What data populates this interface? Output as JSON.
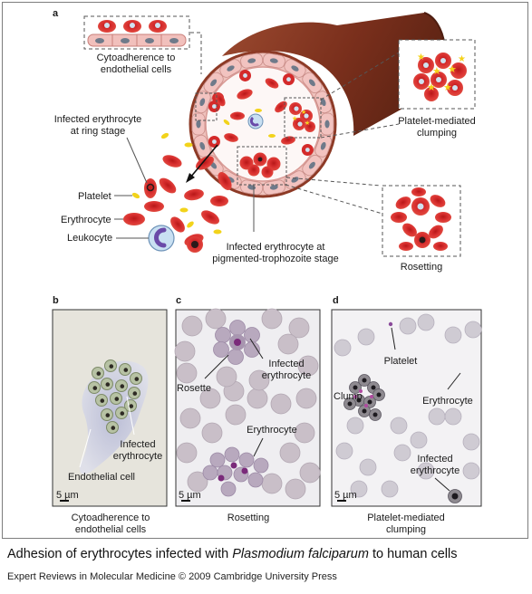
{
  "panel_letters": {
    "a": "a",
    "b": "b",
    "c": "c",
    "d": "d"
  },
  "panel_a": {
    "cytoadherence_label": [
      "Cytoadherence to",
      "endothelial cells"
    ],
    "ring_stage_label": [
      "Infected erythrocyte",
      "at ring stage"
    ],
    "platelet_label": "Platelet",
    "erythrocyte_label": "Erythrocyte",
    "leukocyte_label": "Leukocyte",
    "trophozoite_label": [
      "Infected erythrocyte at",
      "pigmented-trophozoite stage"
    ],
    "clumping_label": [
      "Platelet-mediated",
      "clumping"
    ],
    "rosetting_label": "Rosetting"
  },
  "panel_b": {
    "infected_label": [
      "Infected",
      "erythrocyte"
    ],
    "endothelial_label": "Endothelial cell",
    "scale": "5 µm",
    "caption": [
      "Cytoadherence to",
      "endothelial cells"
    ]
  },
  "panel_c": {
    "rosette_label": "Rosette",
    "infected_label": [
      "Infected",
      "erythrocyte"
    ],
    "erythrocyte_label": "Erythrocyte",
    "scale": "5 µm",
    "caption": "Rosetting"
  },
  "panel_d": {
    "platelet_label": "Platelet",
    "clump_label": "Clump",
    "erythrocyte_label": "Erythrocyte",
    "infected_label": [
      "Infected",
      "erythrocyte"
    ],
    "scale": "5 µm",
    "caption": [
      "Platelet-mediated",
      "clumping"
    ]
  },
  "title": {
    "prefix": "Adhesion of erythrocytes infected with ",
    "species": "Plasmodium falciparum",
    "suffix": " to human cells"
  },
  "credit": "Expert Reviews in Molecular Medicine © 2009 Cambridge University Press",
  "colors": {
    "rbc": "#d42a2a",
    "rbc_dark": "#a31616",
    "vessel": "#8a3a24",
    "endothelium": "#f2c3c0",
    "platelet": "#f2d31b",
    "leukocyte": "#c9e0f2",
    "nucleus": "#6a4aa8",
    "micro_bg": "#efeff1",
    "micro_rbc": "#c9bfc8",
    "stain": "#7a2a7a"
  }
}
